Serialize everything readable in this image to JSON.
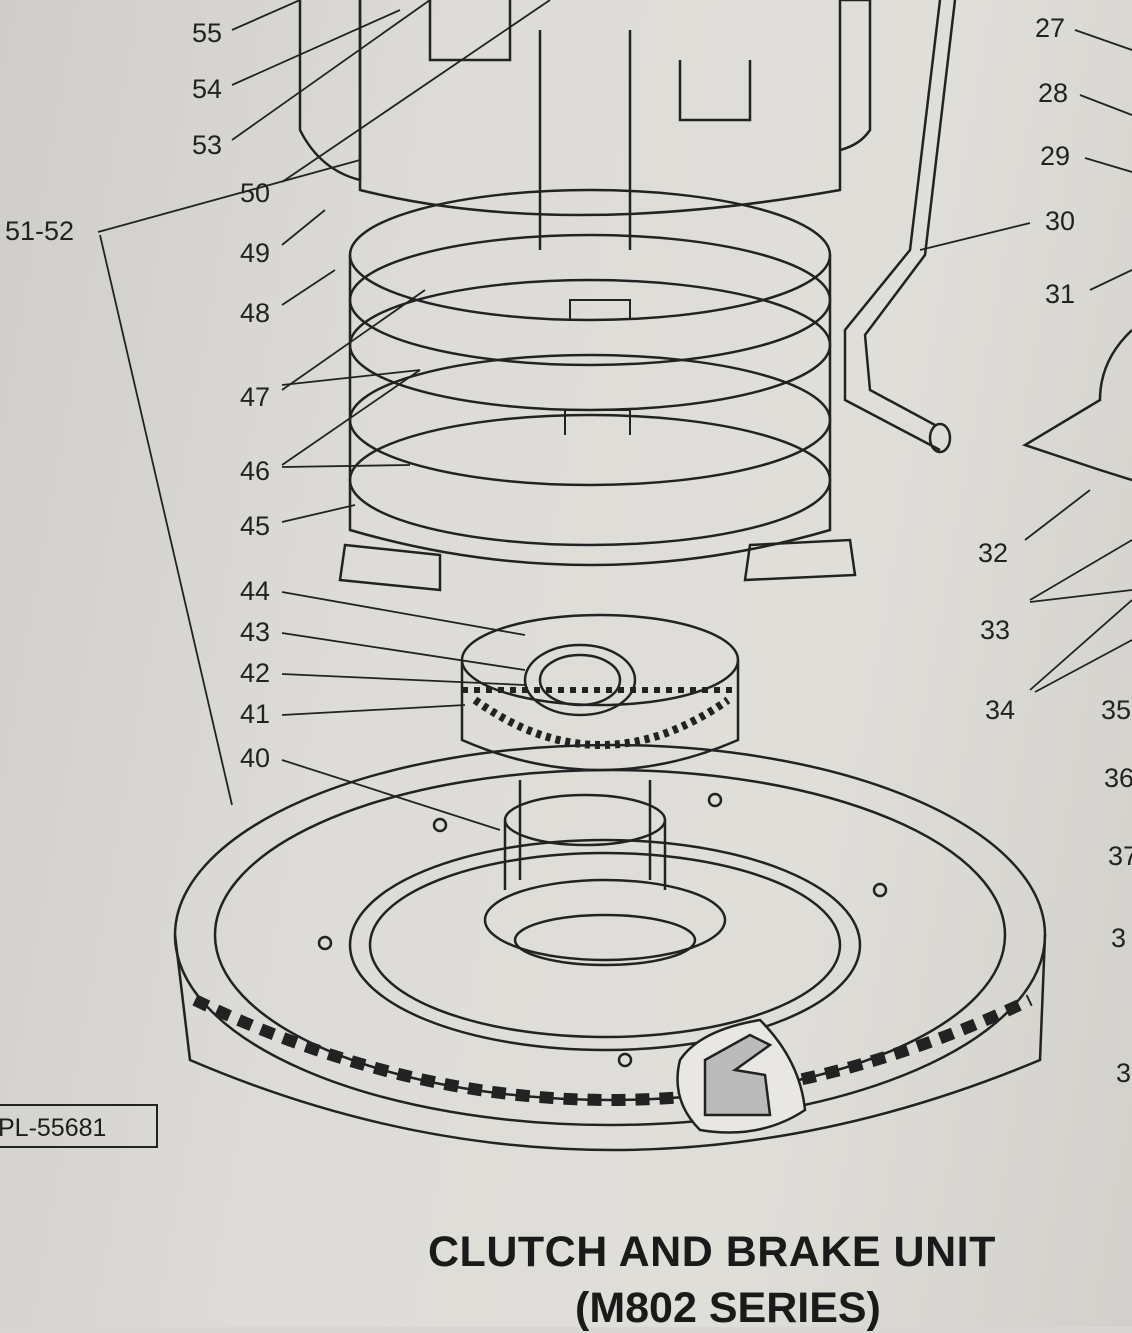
{
  "labels": {
    "l55": "55",
    "l54": "54",
    "l53": "53",
    "l50": "50",
    "l5152": "51-52",
    "l49": "49",
    "l48": "48",
    "l47": "47",
    "l46": "46",
    "l45": "45",
    "l44": "44",
    "l43": "43",
    "l42": "42",
    "l41": "41",
    "l40": "40",
    "l27": "27",
    "l28": "28",
    "l29": "29",
    "l30": "30",
    "l31": "31",
    "l32": "32",
    "l33": "33",
    "l34": "34",
    "l35": "35",
    "l36": "36",
    "l37": "37",
    "l38": "3",
    "l39": "3"
  },
  "figure_id": "PL-55681",
  "title": "CLUTCH AND BRAKE UNIT",
  "subtitle": "(M802 SERIES)",
  "colors": {
    "paper": "#dcdad6",
    "ink": "#1d1d1d"
  }
}
